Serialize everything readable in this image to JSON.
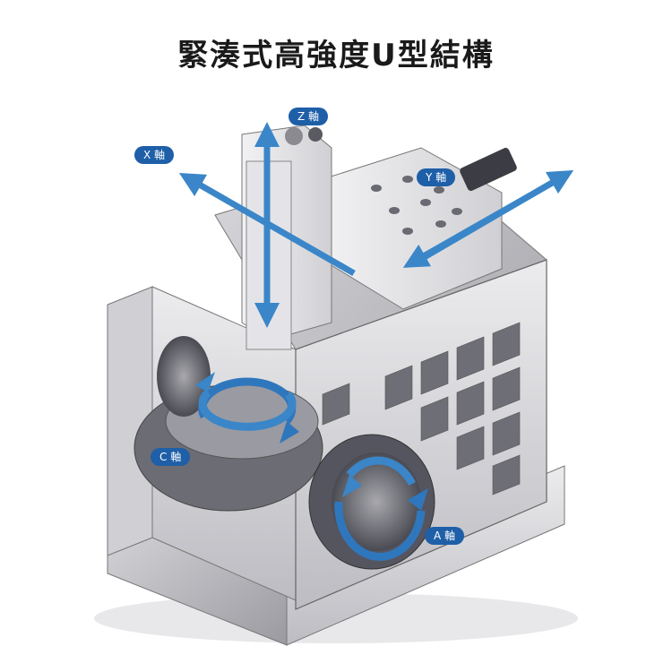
{
  "title": "緊湊式高強度U型結構",
  "axis_labels": {
    "z": "Z 軸",
    "x": "X 軸",
    "y": "Y 軸",
    "c": "C 軸",
    "a": "A 軸"
  },
  "colors": {
    "arrow_blue": "#3a86c8",
    "badge_blue": "#1e5fa8",
    "frame_light": "#e2e2e4",
    "frame_mid": "#c4c4c8",
    "frame_dark": "#8e8e94",
    "title_text": "#1a1a1a"
  }
}
